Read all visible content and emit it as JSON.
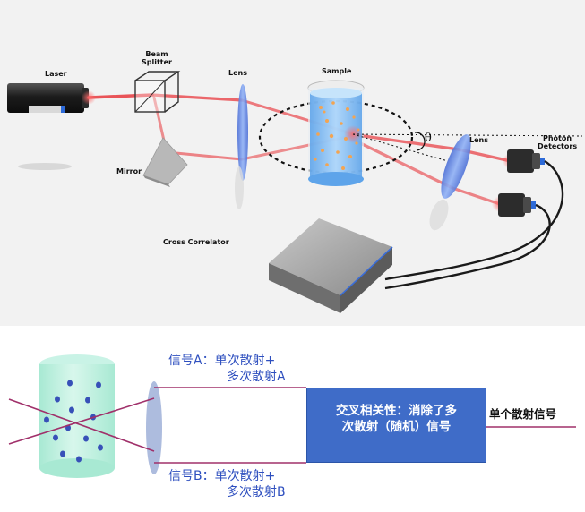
{
  "top_diagram": {
    "labels": {
      "laser": "Laser",
      "beam_splitter_line1": "Beam",
      "beam_splitter_line2": "Splitter",
      "mirror": "Mirror",
      "lens_left": "Lens",
      "sample": "Sample",
      "lens_right": "Lens",
      "photon_detectors_line1": "Photon",
      "photon_detectors_line2": "Detectors",
      "cross_correlator": "Cross Correlator",
      "theta": "θ"
    },
    "colors": {
      "background": "#f2f2f2",
      "beam": "#e8383d",
      "lens": "#6f93e8",
      "sample_liquid": "#7ab8ef",
      "device": "#8c8c8c"
    }
  },
  "bottom_diagram": {
    "signal_a_line1": "信号A：单次散射+",
    "signal_a_line2": "多次散射A",
    "signal_b_line1": "信号B：单次散射+",
    "signal_b_line2": "多次散射B",
    "correlator_box_text": "交叉相关性：消除了多次散射（随机）信号",
    "output_label": "单个散射信号",
    "colors": {
      "box": "#3f6cc8",
      "lines": "#a0306a",
      "text": "#2e4fbf",
      "cylinder": "#bff0e1",
      "particles": "#3750b8",
      "lens": "#a9b8dc"
    }
  }
}
